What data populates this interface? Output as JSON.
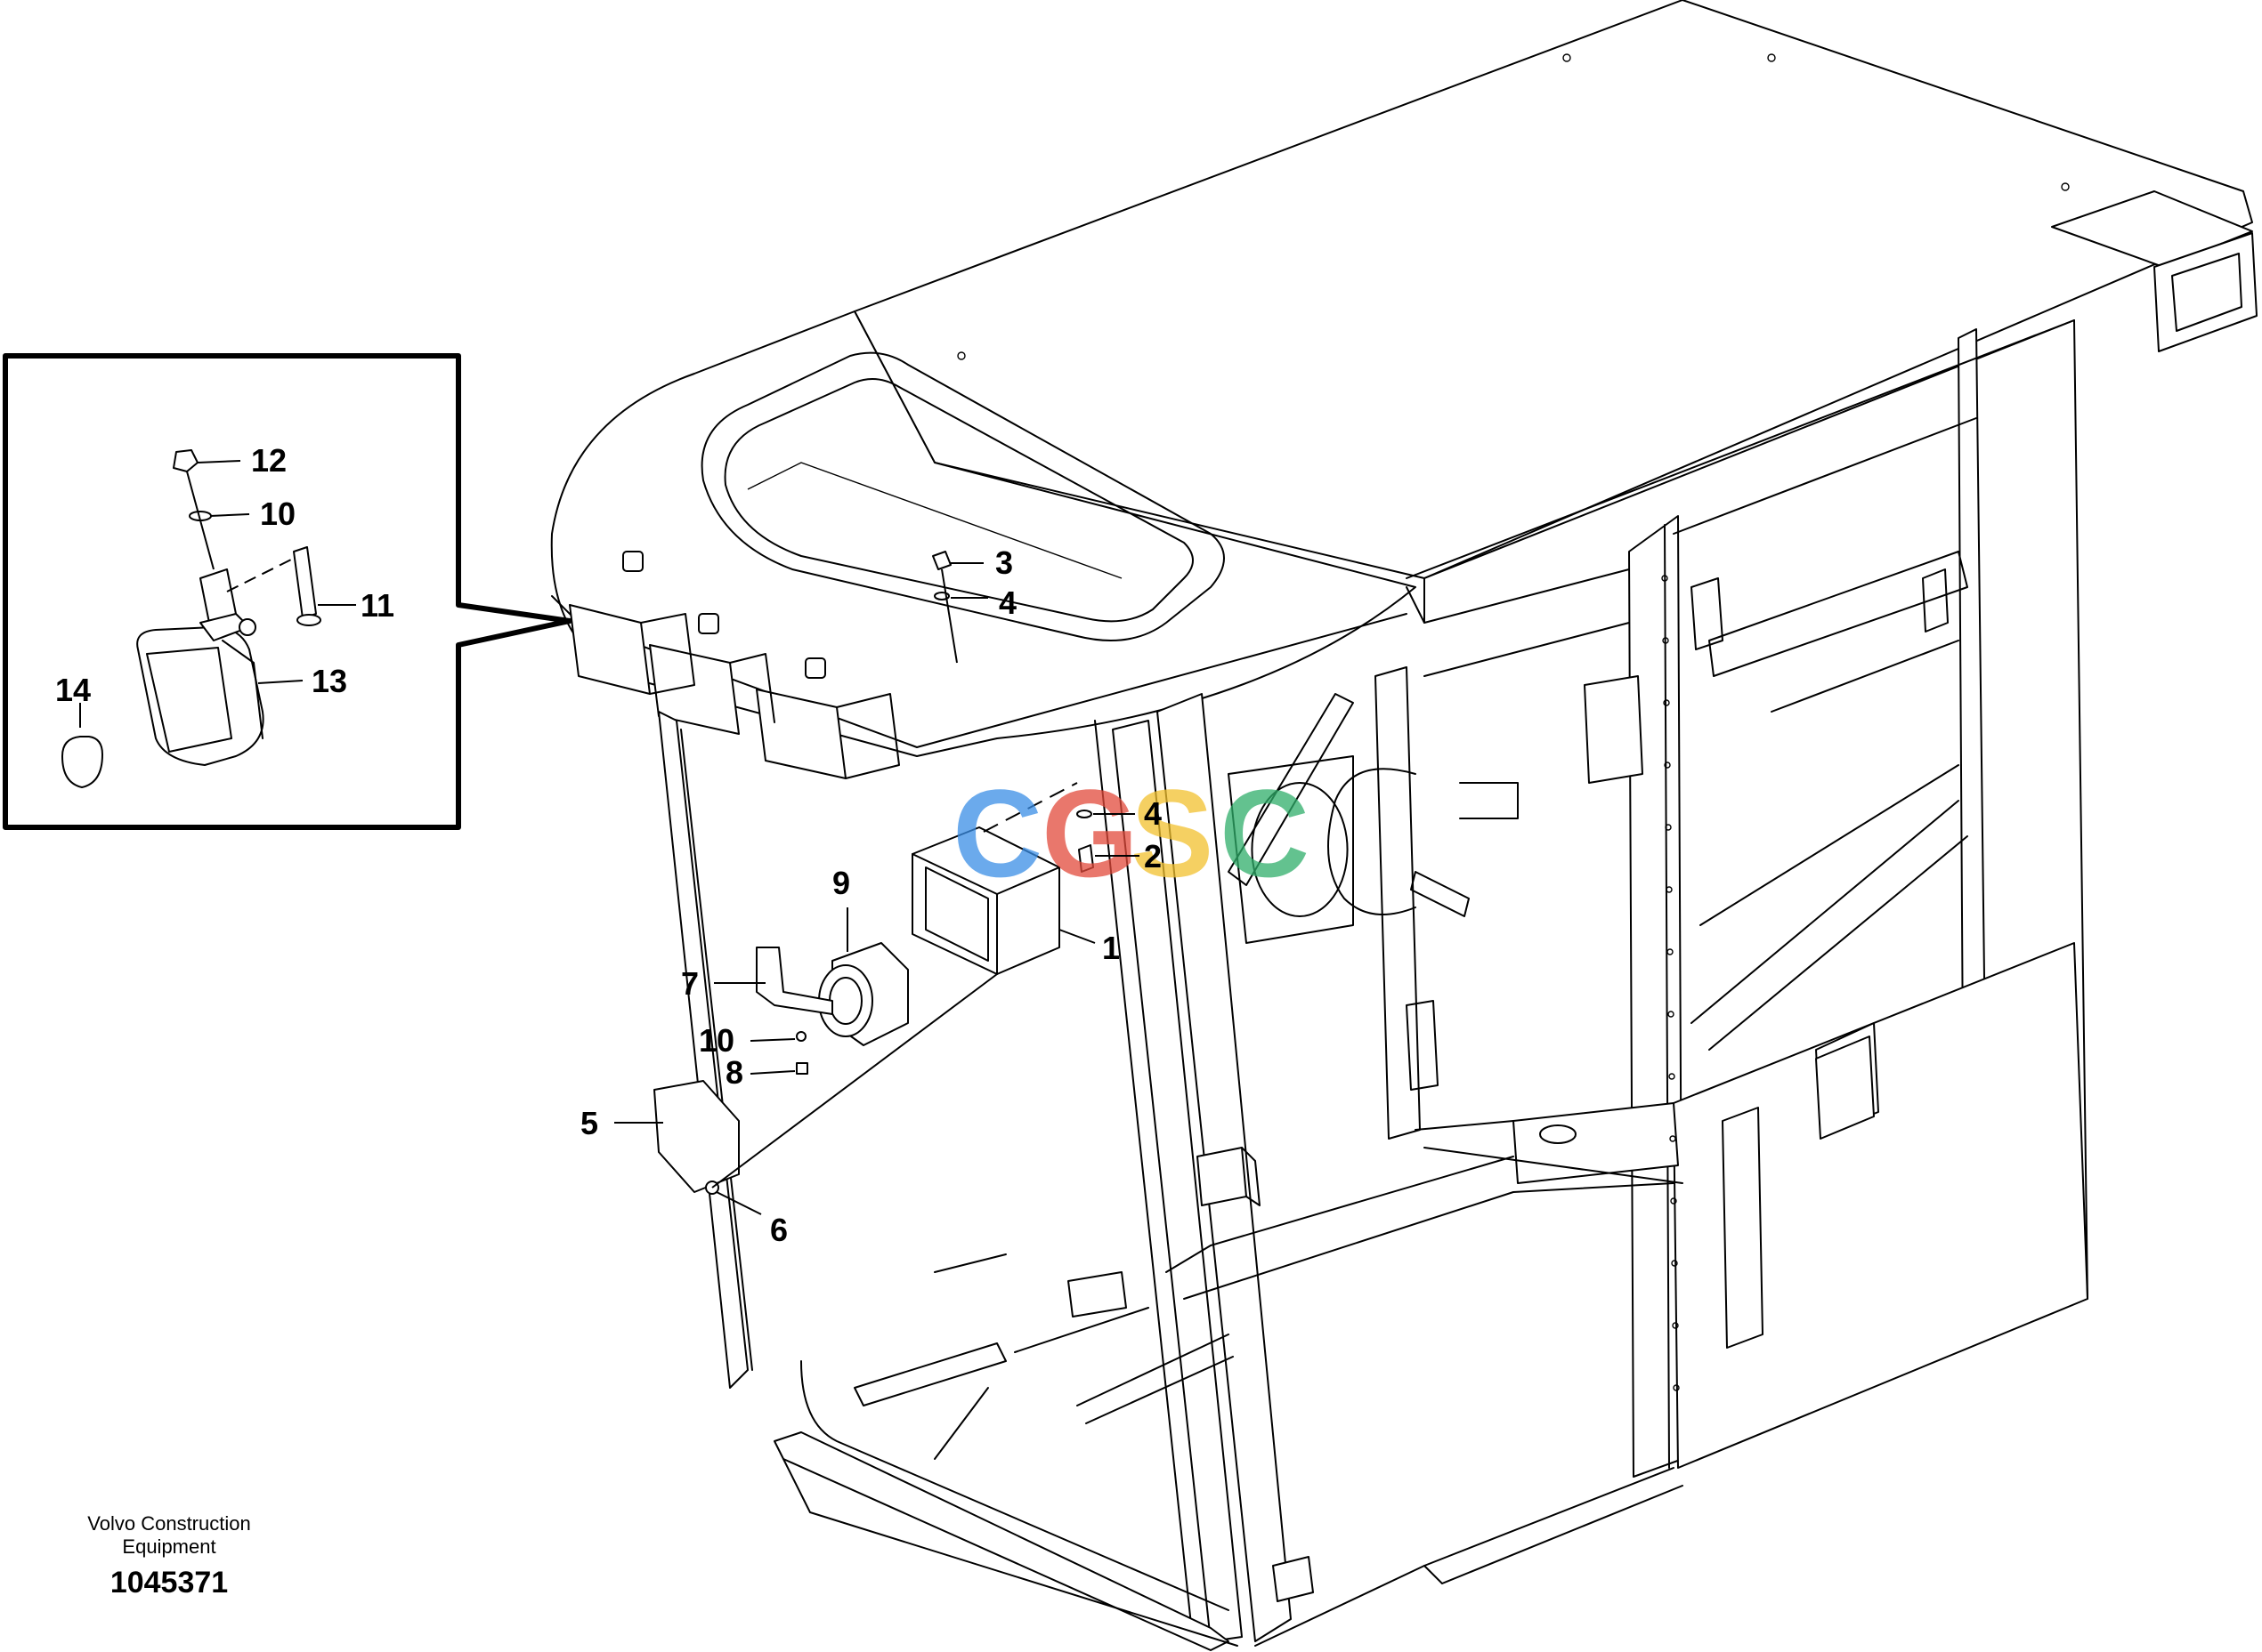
{
  "publisher_line1": "Volvo Construction",
  "publisher_line2": "Equipment",
  "drawing_number": "1045371",
  "watermark": {
    "text": [
      "C",
      "G",
      "S",
      "C"
    ],
    "colors": [
      "#3a8ee6",
      "#e24a3b",
      "#f2c12e",
      "#2fae6a"
    ]
  },
  "callouts": {
    "detail": [
      {
        "label": "12"
      },
      {
        "label": "10"
      },
      {
        "label": "11"
      },
      {
        "label": "13"
      },
      {
        "label": "14"
      }
    ],
    "main": [
      {
        "label": "3"
      },
      {
        "label": "4"
      },
      {
        "label": "4"
      },
      {
        "label": "2"
      },
      {
        "label": "1"
      },
      {
        "label": "9"
      },
      {
        "label": "7"
      },
      {
        "label": "10"
      },
      {
        "label": "8"
      },
      {
        "label": "5"
      },
      {
        "label": "6"
      }
    ]
  }
}
